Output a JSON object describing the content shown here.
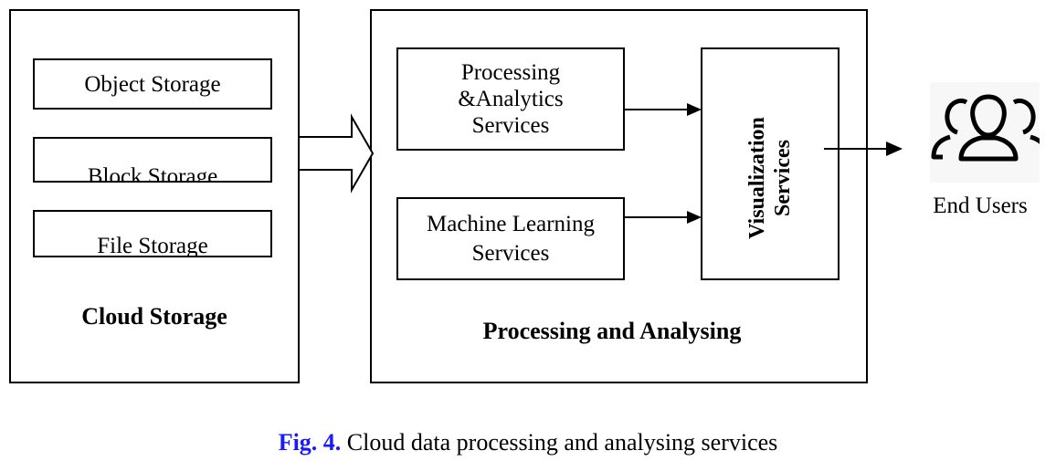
{
  "cloud_storage": {
    "title": "Cloud Storage",
    "items": [
      "Object Storage",
      "Block Storage",
      "File Storage"
    ]
  },
  "processing": {
    "title": "Processing and Analysing",
    "analytics_line1": "Processing",
    "analytics_line2": "&Analytics",
    "analytics_line3": "Services",
    "ml_line1": "Machine Learning",
    "ml_line2": "Services",
    "viz_line1": "Visualization",
    "viz_line2": "Services"
  },
  "end_users": {
    "label": "End Users",
    "icon": "users-group-icon"
  },
  "caption": {
    "fig_label": "Fig. 4.",
    "text": " Cloud data processing and analysing services",
    "fig_color": "#1a1aff"
  }
}
